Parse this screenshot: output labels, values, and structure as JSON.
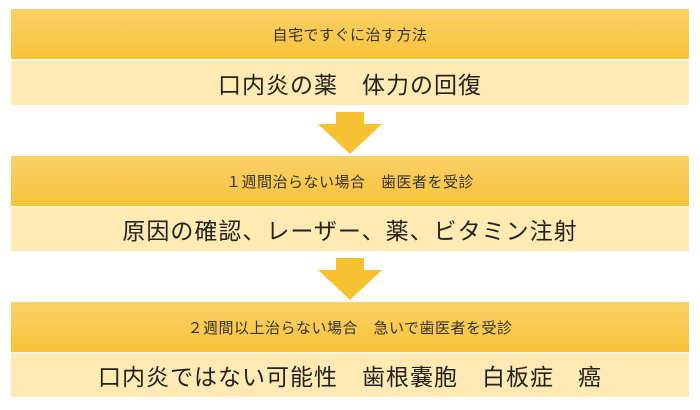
{
  "colors": {
    "header_top": "#fad16a",
    "header_bottom": "#f8c338",
    "body_fill": "#feeab2",
    "arrow_fill": "#f6c232"
  },
  "steps": [
    {
      "header": "自宅ですぐに治す方法",
      "body": "口内炎の薬　体力の回復"
    },
    {
      "header": "１週間治らない場合　歯医者を受診",
      "body": "原因の確認、レーザー、薬、ビタミン注射"
    },
    {
      "header": "２週間以上治らない場合　急いで歯医者を受診",
      "body": "口内炎ではない可能性　歯根嚢胞　白板症　癌"
    }
  ],
  "arrow_icon": "down-arrow-icon"
}
